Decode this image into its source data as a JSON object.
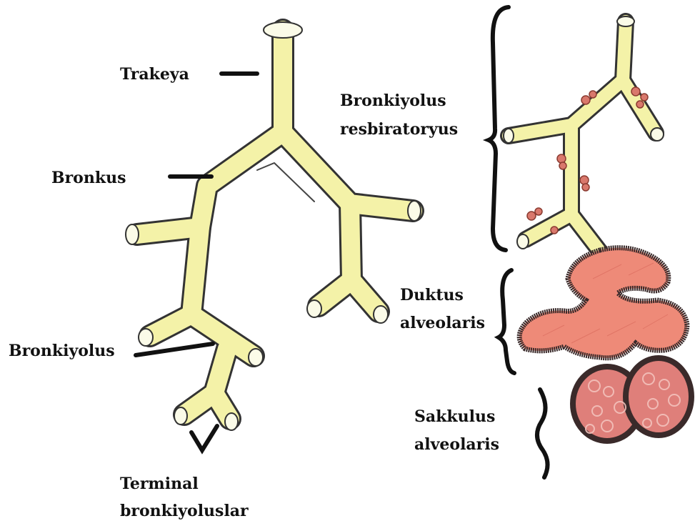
{
  "labels": {
    "trakeya": "Trakeya",
    "bronkus": "Bronkus",
    "bronkiyolus": "Bronkiyolus",
    "terminal_line1": "Terminal",
    "terminal_line2": "bronkiyoluslar",
    "resp_line1": "Bronkiyolus",
    "resp_line2": "resbiratoryus",
    "duktus_line1": "Duktus",
    "duktus_line2": "alveolaris",
    "sakkulus_line1": "Sakkulus",
    "sakkulus_line2": "alveolaris"
  },
  "colors": {
    "airway_fill": "#f4f2a8",
    "airway_outline": "#333333",
    "alveolar_fill": "#ee8a78",
    "alveolar_outline": "#3a2a2a",
    "sac_fill": "#df7f7a",
    "bud": "#d9786c",
    "ink": "#111111"
  }
}
